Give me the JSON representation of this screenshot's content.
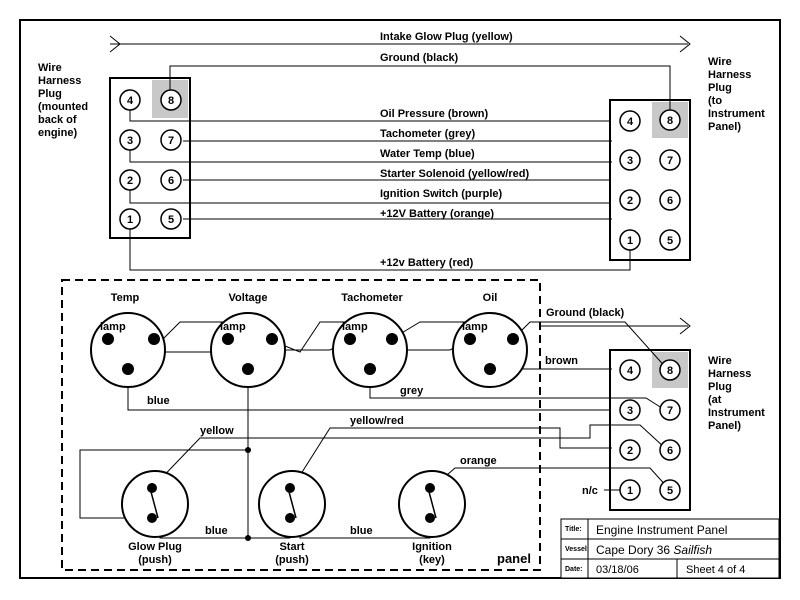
{
  "labels": {
    "intake": "Intake Glow Plug (yellow)",
    "ground": "Ground (black)",
    "oil_pressure": "Oil Pressure (brown)",
    "tachometer": "Tachometer (grey)",
    "water_temp": "Water Temp (blue)",
    "starter": "Starter Solenoid (yellow/red)",
    "ignition": "Ignition Switch (purple)",
    "battery_orange": "+12V Battery (orange)",
    "battery_red": "+12v Battery (red)",
    "ground_lower": "Ground (black)",
    "brown": "brown",
    "grey": "grey",
    "blue": "blue",
    "blue2": "blue",
    "blue3": "blue",
    "yellow": "yellow",
    "yellow_red": "yellow/red",
    "orange": "orange",
    "nc": "n/c",
    "panel": "panel"
  },
  "harness": {
    "left": [
      "Wire",
      "Harness",
      "Plug",
      "(mounted",
      "back of",
      "engine)"
    ],
    "right_top": [
      "Wire",
      "Harness",
      "Plug",
      "(to",
      "Instrument",
      "Panel)"
    ],
    "right_bottom": [
      "Wire",
      "Harness",
      "Plug",
      "(at",
      "Instrument",
      "Panel)"
    ]
  },
  "pins": {
    "p1": "1",
    "p2": "2",
    "p3": "3",
    "p4": "4",
    "p5": "5",
    "p6": "6",
    "p7": "7",
    "p8": "8"
  },
  "gauges": {
    "temp": "Temp",
    "voltage": "Voltage",
    "tach": "Tachometer",
    "oil": "Oil",
    "lamp": "lamp"
  },
  "switches": {
    "glow": [
      "Glow Plug",
      "(push)"
    ],
    "start": [
      "Start",
      "(push)"
    ],
    "ignition": [
      "Ignition",
      "(key)"
    ]
  },
  "title_block": {
    "title_label": "Title:",
    "title": "Engine Instrument Panel",
    "vessel_label": "Vessel:",
    "vessel": "Cape Dory 36",
    "vessel_model": "Sailfish",
    "date_label": "Date:",
    "date": "03/18/06",
    "sheet": "Sheet 4 of 4"
  }
}
